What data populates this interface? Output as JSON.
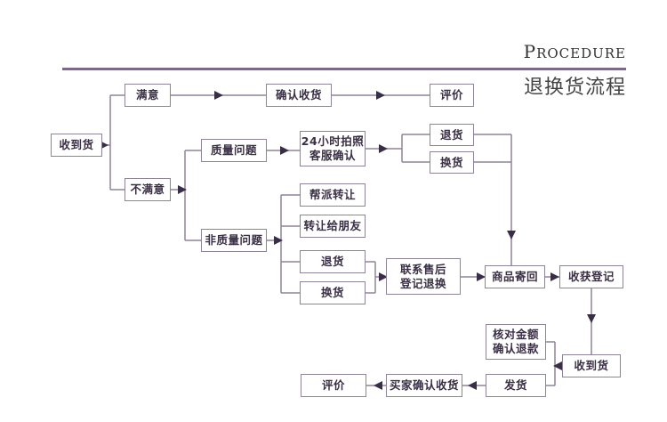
{
  "header": {
    "title_en_first": "P",
    "title_en_rest": "ROCEDURE",
    "title_cn": "退换货流程",
    "rule_color": "#7a6a86"
  },
  "colors": {
    "line": "#8f8497",
    "arrow": "#3a2d48",
    "text": "#3a2f45"
  },
  "nodes": {
    "receive_goods": "收到货",
    "satisfied": "满意",
    "confirm_receipt": "确认收货",
    "review_top": "评价",
    "unsatisfied": "不满意",
    "quality_issue": "质量问题",
    "photo_confirm": "24小时拍照\n客服确认",
    "return_q": "退货",
    "exchange_q": "换货",
    "non_quality_issue": "非质量问题",
    "help_transfer": "帮派转让",
    "transfer_friend": "转让给朋友",
    "return_nq": "退货",
    "exchange_nq": "换货",
    "contact_aftersales": "联系售后\n登记退换",
    "ship_back": "商品寄回",
    "receipt_register": "收获登记",
    "verify_refund": "核对金额\n确认退款",
    "received": "收到货",
    "ship": "发货",
    "buyer_confirm": "买家确认收货",
    "review_bottom": "评价"
  }
}
